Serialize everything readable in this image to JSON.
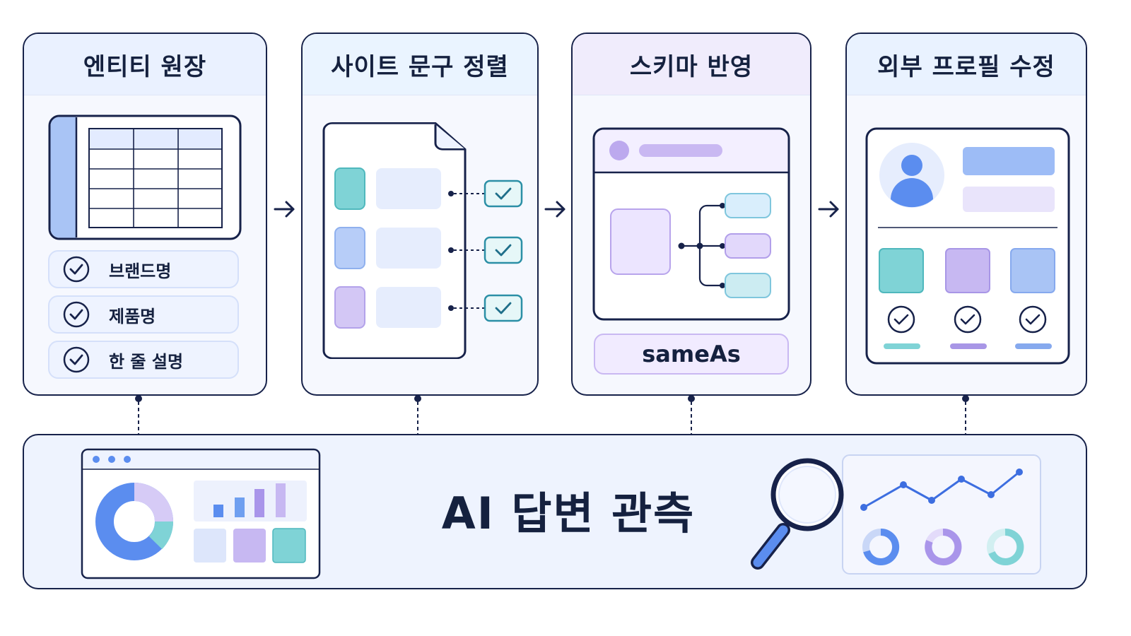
{
  "steps": [
    {
      "title": "엔티티 원장"
    },
    {
      "title": "사이트 문구 정렬"
    },
    {
      "title": "스키마 반영"
    },
    {
      "title": "외부 프로필 수정"
    }
  ],
  "ledger": {
    "items": [
      "브랜드명",
      "제품명",
      "한 줄 설명"
    ]
  },
  "schema": {
    "sameas_label": "sameAs"
  },
  "monitoring": {
    "title": "AI 답변 관측"
  },
  "colors": {
    "outline": "#17224a",
    "teal": "#7fd3d6",
    "blue": "#9dbcf6",
    "purple": "#c7b8f2",
    "accent_blue": "#5b8def"
  }
}
